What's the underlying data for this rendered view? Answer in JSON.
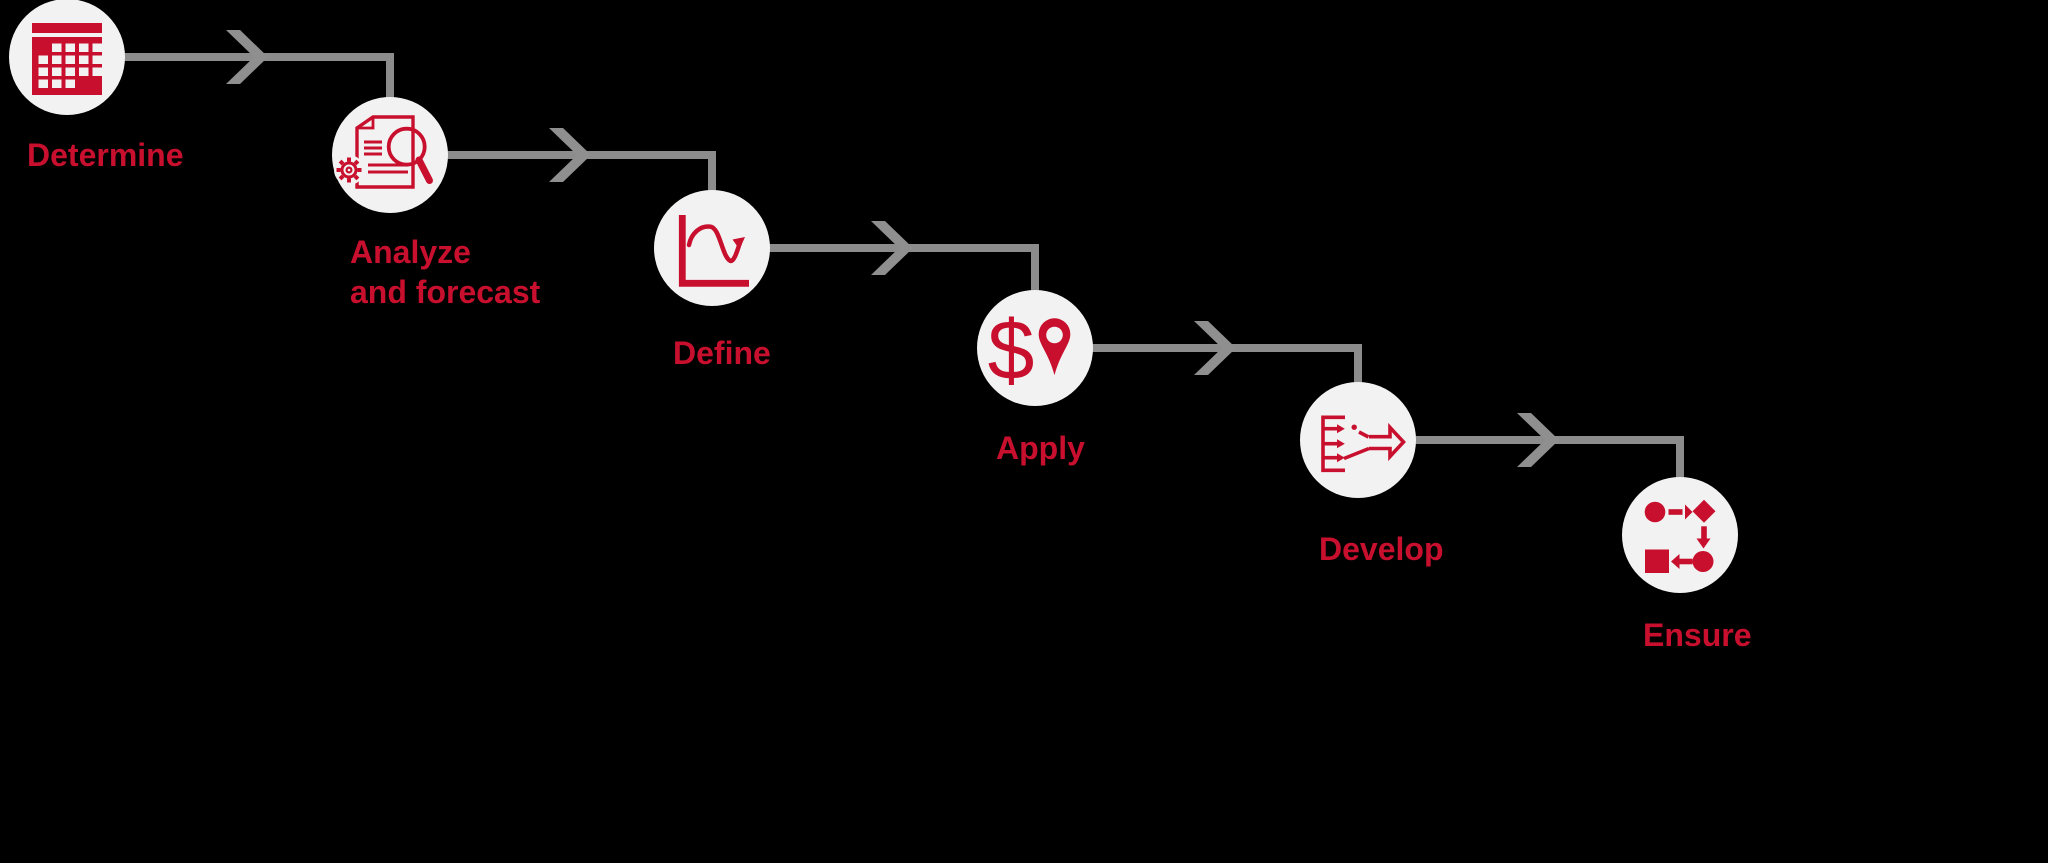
{
  "diagram": {
    "type": "process-flow",
    "background_color": "#000000",
    "accent_color": "#c8102e",
    "node_fill_color": "#f2f2f2",
    "connector_color": "#8c8c8c",
    "steps": [
      {
        "label": "Determine",
        "icon": "calendar-icon"
      },
      {
        "label": "Analyze\nand forecast",
        "icon": "document-magnifier-gear-icon"
      },
      {
        "label": "Define",
        "icon": "trend-curve-chart-icon"
      },
      {
        "label": "Apply",
        "icon": "dollar-map-pin-icon",
        "glyph": "$"
      },
      {
        "label": "Develop",
        "icon": "branch-merge-arrow-icon"
      },
      {
        "label": "Ensure",
        "icon": "process-workflow-icon"
      }
    ]
  }
}
